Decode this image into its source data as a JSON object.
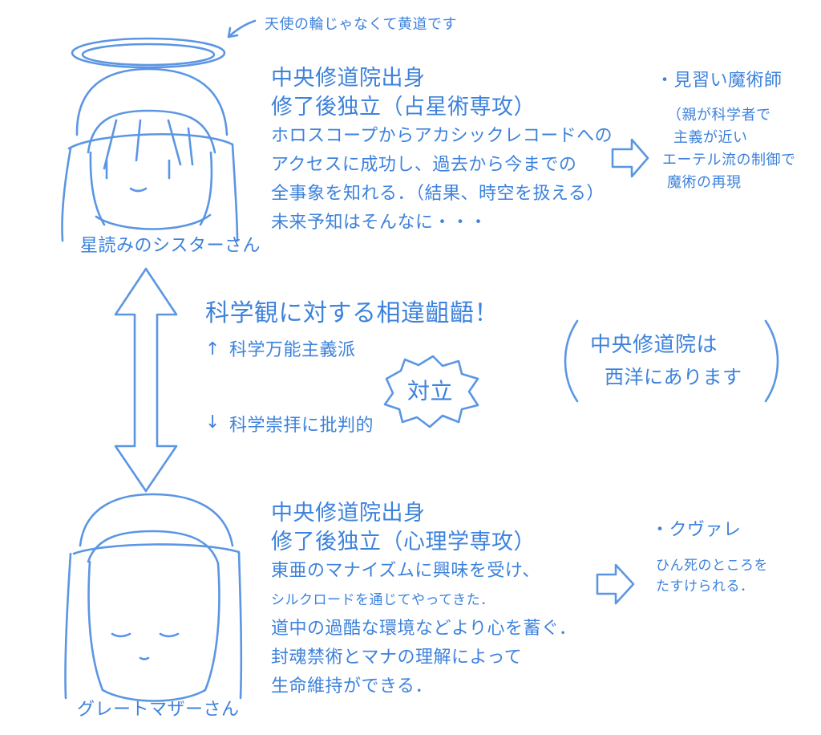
{
  "top_note": "天使の輪じゃなくて黄道です",
  "sister": {
    "caption": "星読みのシスターさん",
    "profile": [
      "中央修道院出身",
      "修了後独立（占星術専攻）",
      "ホロスコープからアカシックレコードへの",
      "アクセスに成功し、過去から今までの",
      "全事象を知れる．（結果、時空を扱える）",
      "未来予知はそんなに・・・"
    ],
    "trait_title": "・見習い魔術師",
    "trait_lines": [
      "（親が科学者で",
      "主義が近い",
      "エーテル流の制御で",
      "魔術の再現"
    ]
  },
  "conflict": {
    "headline": "科学観に対する相違齟齬！",
    "up_note": "科学万能主義派",
    "down_note": "科学崇拝に批判的",
    "burst_label": "対立",
    "up_arrow_glyph": "↑",
    "down_arrow_glyph": "↓"
  },
  "side_note": [
    "中央修道院は",
    "西洋にあります"
  ],
  "mother": {
    "caption": "グレートマザーさん",
    "profile": [
      "中央修道院出身",
      "修了後独立（心理学専攻）",
      "東亜のマナイズムに興味を受け、",
      "シルクロードを通じてやってきた．",
      "道中の過酷な環境などより心を蓄ぐ．",
      "封魂禁術とマナの理解によって",
      "生命維持ができる．"
    ],
    "trait_title": "・クヴァレ",
    "trait_lines": [
      "ひん死のところを",
      "たすけられる．"
    ]
  },
  "colors": {
    "ink": "#3d82dc",
    "background": "#ffffff"
  }
}
